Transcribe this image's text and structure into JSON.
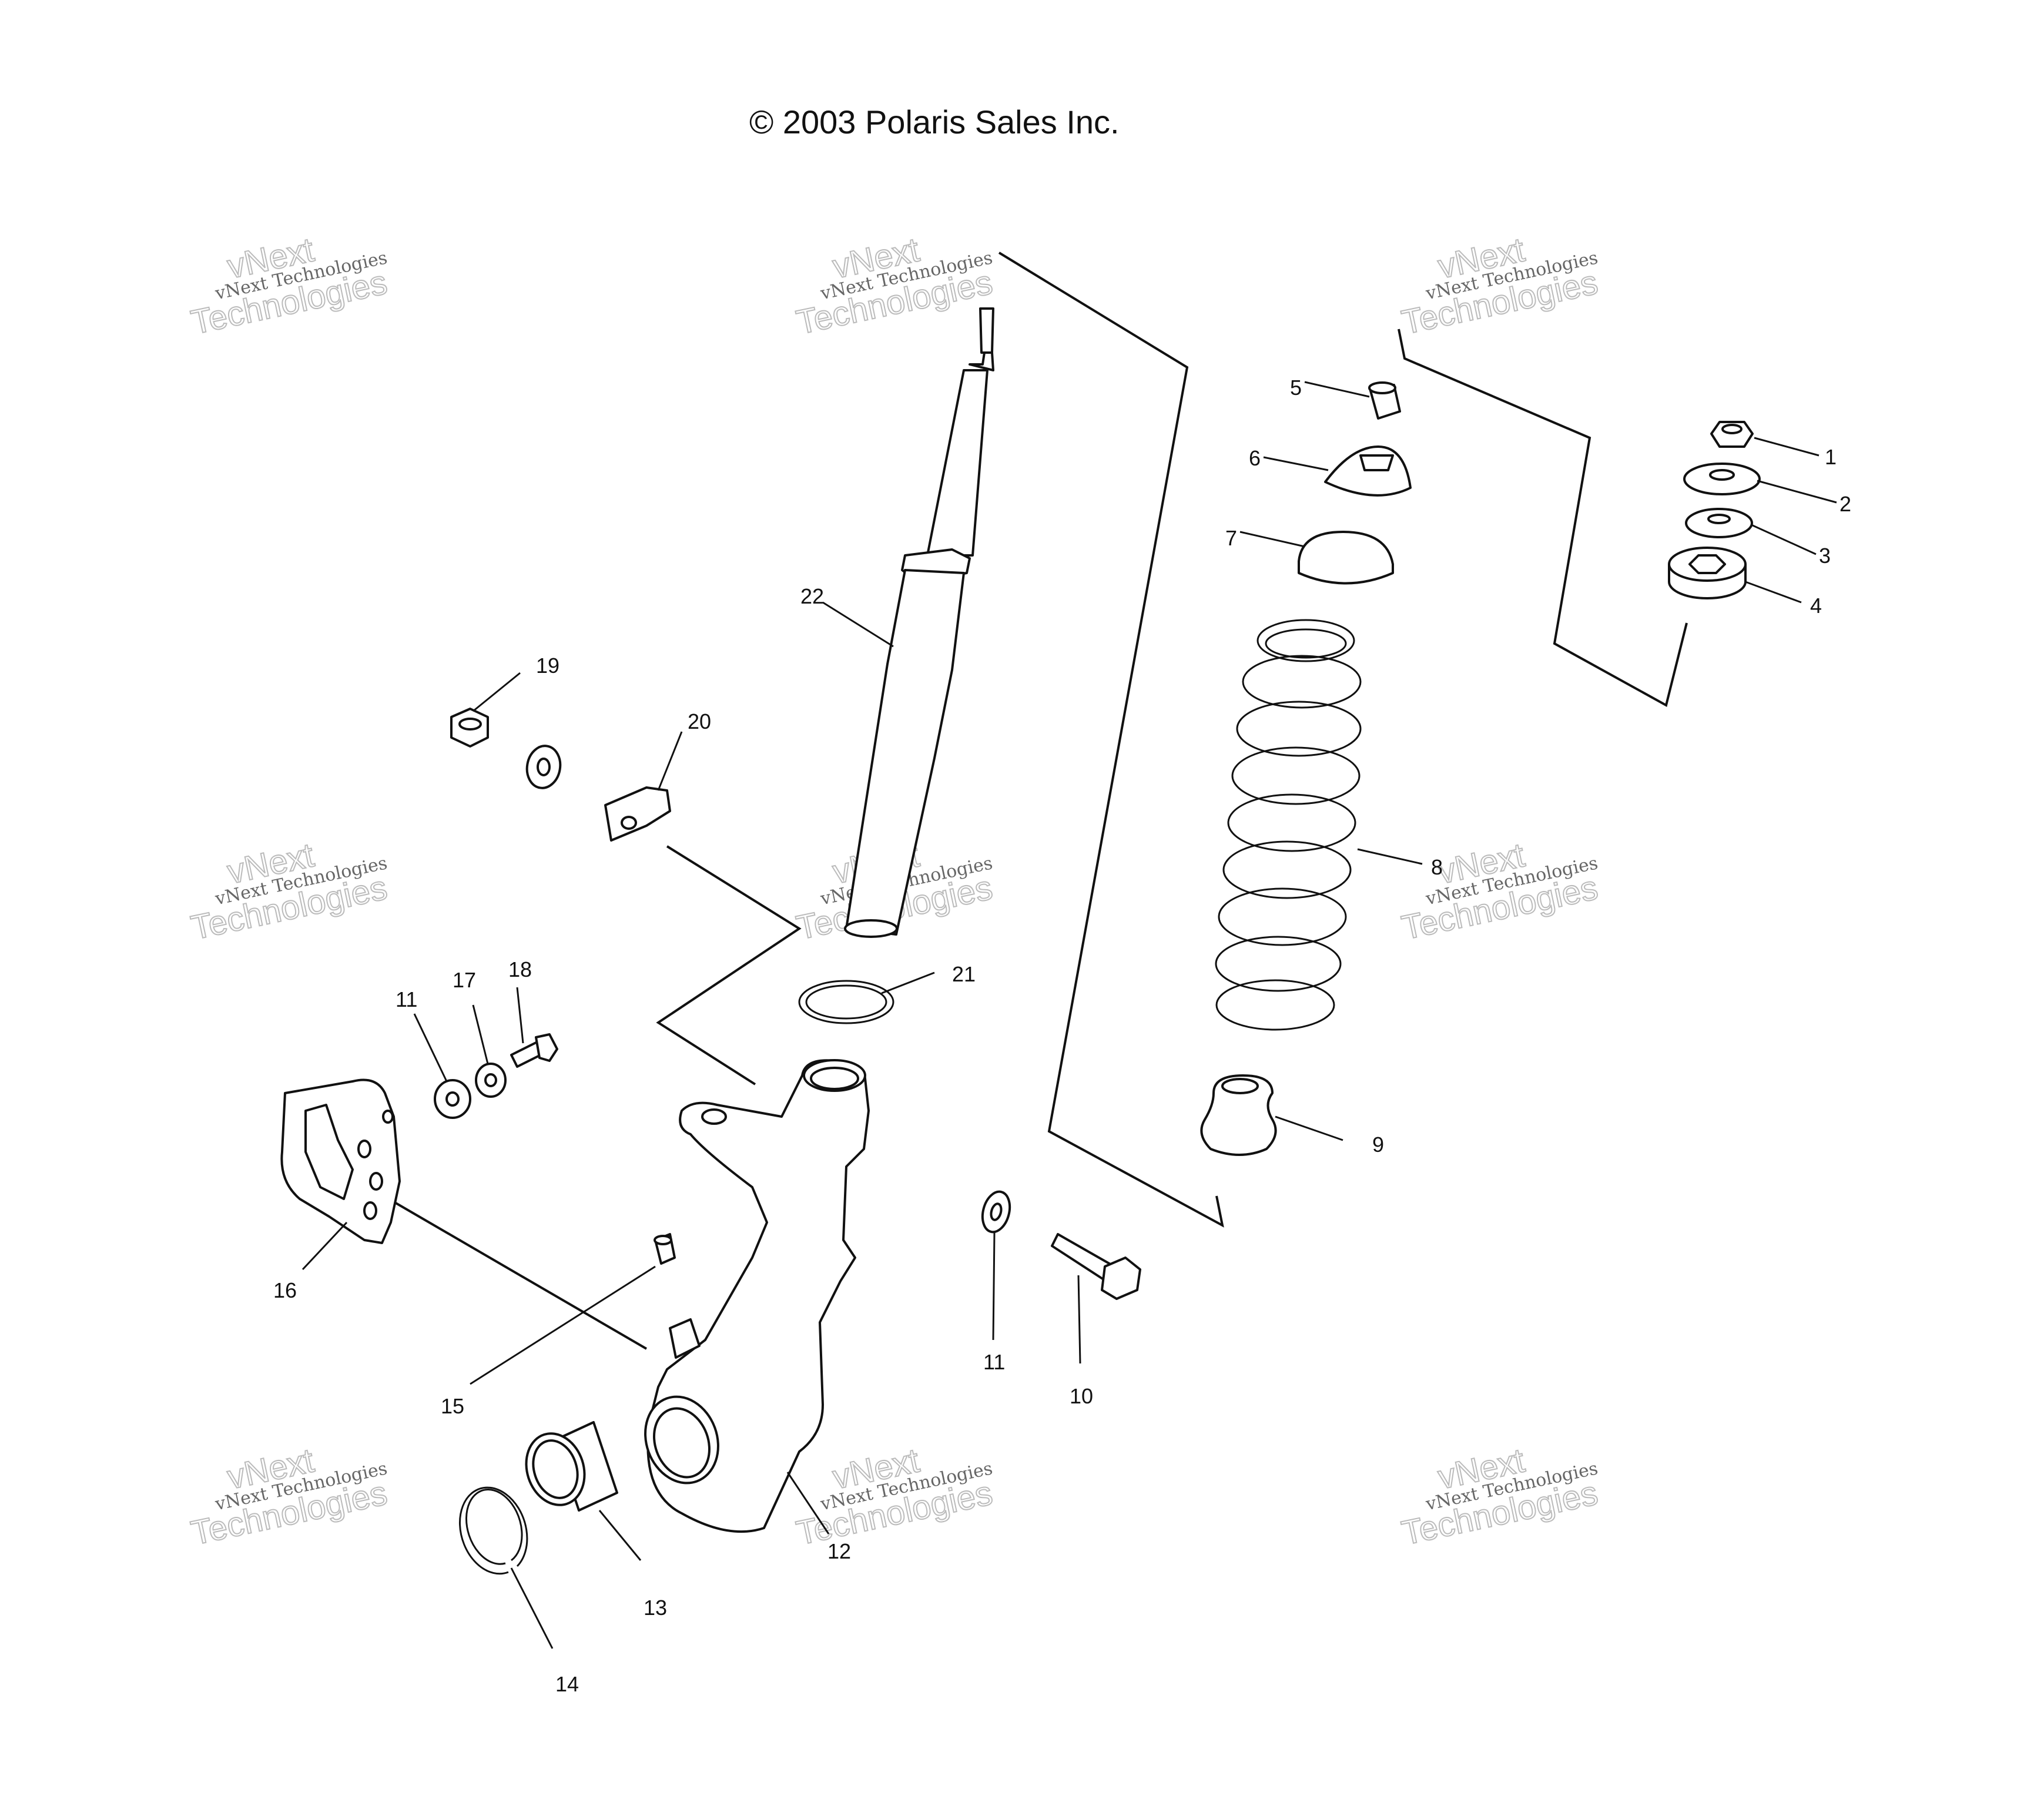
{
  "copyright": "© 2003 Polaris Sales Inc.",
  "watermark": {
    "small": "vNext Technologies",
    "large_top": "vNext",
    "large_bottom": "Technologies"
  },
  "callouts": {
    "c1": "1",
    "c2": "2",
    "c3": "3",
    "c4": "4",
    "c5": "5",
    "c6": "6",
    "c7": "7",
    "c8": "8",
    "c9": "9",
    "c10": "10",
    "c11a": "11",
    "c11b": "11",
    "c12": "12",
    "c13": "13",
    "c14": "14",
    "c15": "15",
    "c16": "16",
    "c17": "17",
    "c18": "18",
    "c19": "19",
    "c20": "20",
    "c21": "21",
    "c22": "22"
  }
}
